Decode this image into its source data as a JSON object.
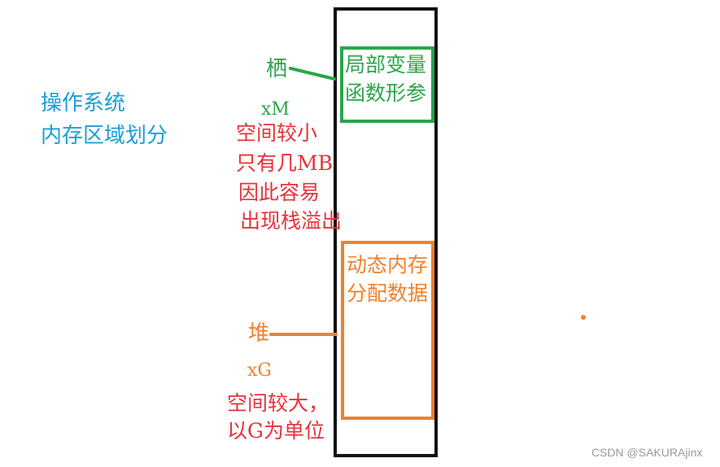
{
  "title": {
    "line1": "操作系统",
    "line2": "内存区域划分"
  },
  "stack": {
    "label": "栖",
    "size": "xM",
    "contents": [
      "局部变量",
      "函数形参"
    ],
    "notes": [
      "空间较小",
      "只有几MB",
      "因此容易",
      "出现栈溢出"
    ]
  },
  "heap": {
    "label": "堆",
    "size": "xG",
    "contents": [
      "动态内存",
      "分配数据"
    ],
    "notes": [
      "空间较大，",
      "以G为单位"
    ]
  },
  "watermark": "CSDN @SAKURAjinx",
  "colors": {
    "title": "#1a9fd8",
    "stack": "#2aa64a",
    "heap": "#f0812b",
    "notes": "#e8323a",
    "column": "#111111"
  }
}
